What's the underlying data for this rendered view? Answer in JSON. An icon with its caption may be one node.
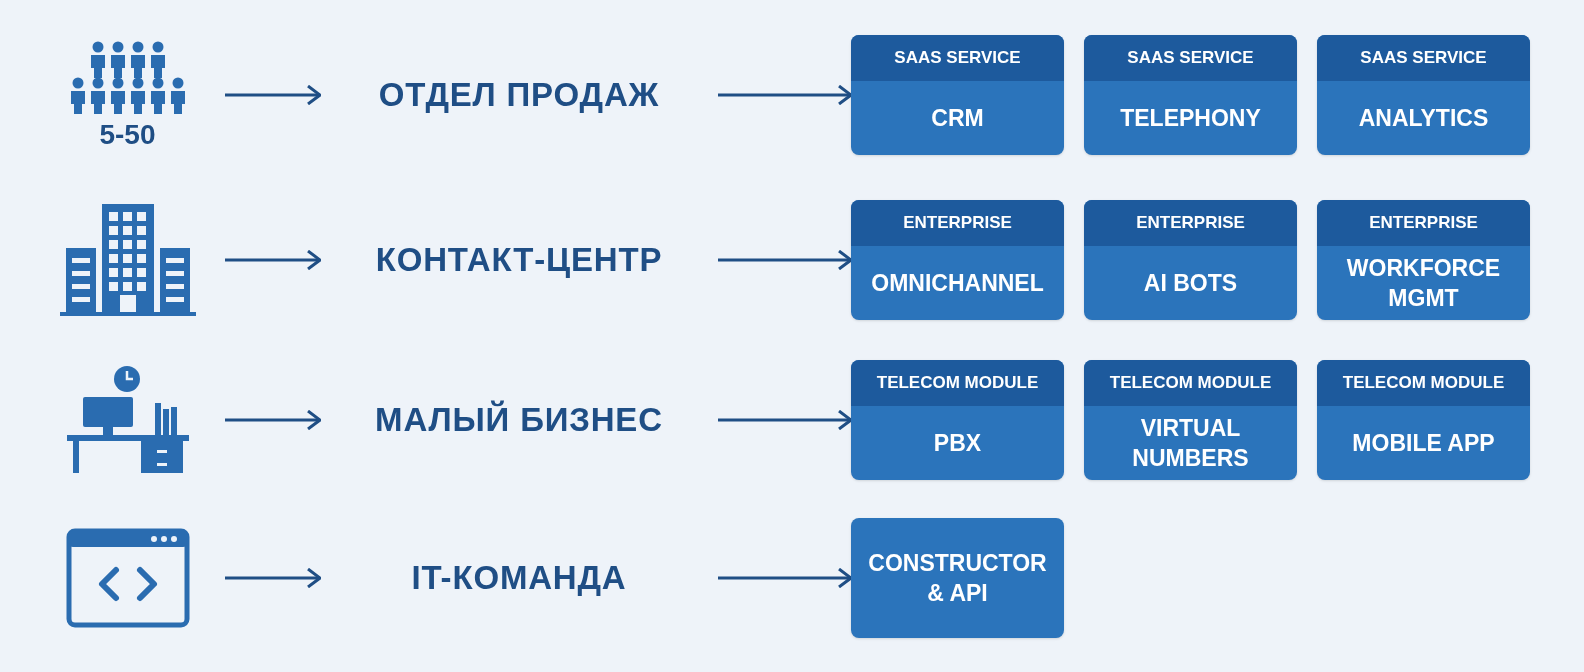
{
  "diagram": {
    "nodes": [
      {
        "text": [],
        "shape": "picture",
        "beside": [
          "5-50"
        ]
      },
      {
        "text": [
          "ОТДЕЛ ПРОДАЖ"
        ]
      },
      {
        "text": [
          "SAAS SERVICE",
          "CRM"
        ]
      },
      {
        "text": [
          "SAAS SERVICE",
          "TELEPHONY"
        ]
      },
      {
        "text": [
          "SAAS SERVICE",
          "ANALYTICS"
        ]
      },
      {
        "text": [],
        "shape": "picture"
      },
      {
        "text": [
          "КОНТАКТ-ЦЕНТР"
        ]
      },
      {
        "text": [
          "ENTERPRISE",
          "OMNICHANNEL"
        ]
      },
      {
        "text": [
          "ENTERPRISE",
          "AI BOTS"
        ]
      },
      {
        "text": [
          "ENTERPRISE",
          "WORKFORCE MGMT"
        ]
      },
      {
        "text": [],
        "shape": "picture"
      },
      {
        "text": [
          "МАЛЫЙ БИЗНЕС"
        ]
      },
      {
        "text": [
          "TELECOM MODULE",
          "PBX"
        ]
      },
      {
        "text": [
          "TELECOM MODULE",
          "VIRTUAL NUMBERS"
        ]
      },
      {
        "text": [
          "TELECOM MODULE",
          "MOBILE APP"
        ]
      },
      {
        "text": [],
        "shape": "picture"
      },
      {
        "text": [
          "IT-КОМАНДА"
        ]
      },
      {
        "text": [
          "CONSTRUCTOR & API"
        ]
      }
    ],
    "edges": [
      {
        "from": 0,
        "to": 1,
        "arrow": "to"
      },
      {
        "from": 1,
        "to": 2,
        "arrow": "to"
      },
      {
        "from": 5,
        "to": 6,
        "arrow": "to"
      },
      {
        "from": 6,
        "to": 7,
        "arrow": "to"
      },
      {
        "from": 10,
        "to": 11,
        "arrow": "to"
      },
      {
        "from": 11,
        "to": 12,
        "arrow": "to"
      },
      {
        "from": 15,
        "to": 16,
        "arrow": "to"
      },
      {
        "from": 16,
        "to": 17,
        "arrow": "to"
      }
    ]
  }
}
